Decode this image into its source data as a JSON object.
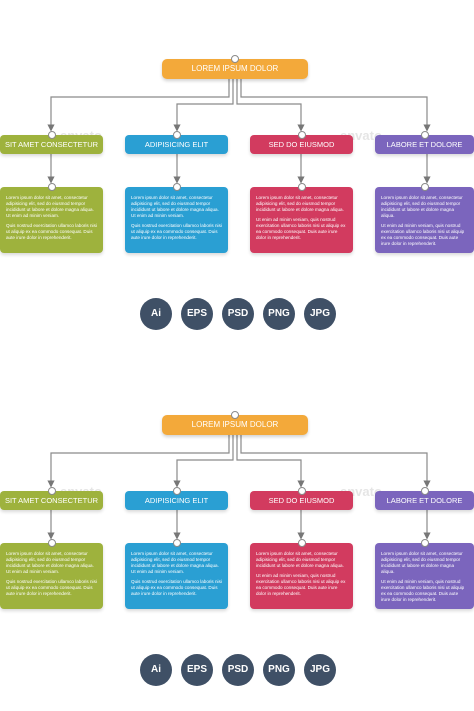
{
  "root": {
    "label": "LOREM IPSUM DOLOR",
    "color": "#f3a93a"
  },
  "branches": [
    {
      "label": "SIT AMET CONSECTETUR",
      "color": "#9eb23d",
      "text1": "Lorem ipsum dolor sit amet, consectetur adipisicing elit, sed do eiusmod tempor incididunt ut labore et dolore magna aliqua. Ut enim ad minim veniam.",
      "text2": "Quis nostrud exercitation ullamco laboris nisi ut aliquip ex ea commodo consequat. Duis aute irure dolor in reprehenderit."
    },
    {
      "label": "ADIPISICING ELIT",
      "color": "#2a9fd3",
      "text1": "Lorem ipsum dolor sit amet, consectetur adipisicing elit, sed do eiusmod tempor incididunt ut labore et dolore magna aliqua. Ut enim ad minim veniam.",
      "text2": "Quis nostrud exercitation ullamco laboris nisi ut aliquip ex ea commodo consequat. Duis aute irure dolor in reprehenderit."
    },
    {
      "label": "SED DO EIUSMOD",
      "color": "#d23b5f",
      "text1": "Lorem ipsum dolor sit amet, consectetur adipisicing elit, sed do eiusmod tempor incididunt ut labore et dolore magna aliqua.",
      "text2": "Ut enim ad minim veniam, quis nostrud exercitation ullamco laboris nisi ut aliquip ex ea commodo consequat. Duis aute irure dolor in reprehenderit."
    },
    {
      "label": "LABORE ET DOLORE",
      "color": "#7b65bd",
      "text1": "Lorem ipsum dolor sit amet, consectetur adipisicing elit, sed do eiusmod tempor incididunt ut labore et dolore magna aliqua.",
      "text2": "Ut enim ad minim veniam, quis nostrud exercitation ullamco laboris nisi ut aliquip ex ea commodo consequat. Duis aute irure dolor in reprehenderit."
    }
  ],
  "formats": [
    "Ai",
    "EPS",
    "PSD",
    "PNG",
    "JPG"
  ],
  "format_color": "#3f5066",
  "watermark": "envato"
}
